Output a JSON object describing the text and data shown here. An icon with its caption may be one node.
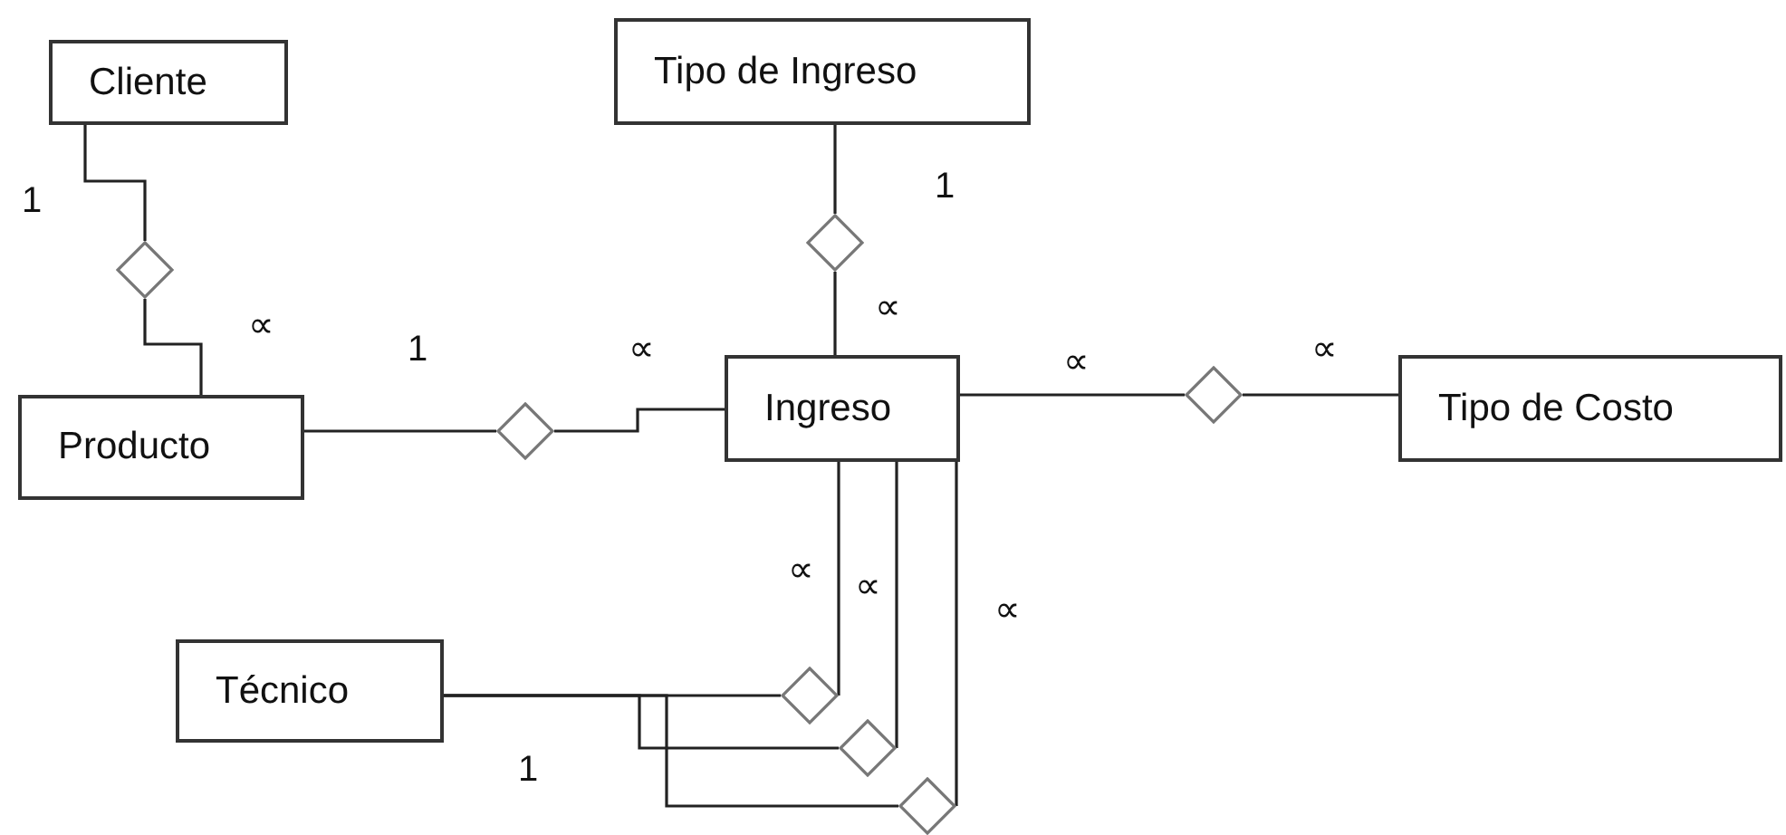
{
  "diagram": {
    "nodes": [
      {
        "text": [
          "Cliente"
        ]
      },
      {
        "text": [
          "Tipo de Ingreso"
        ]
      },
      {
        "text": [
          "Producto"
        ]
      },
      {
        "text": [
          "Ingreso"
        ]
      },
      {
        "text": [
          "Tipo de Costo"
        ]
      },
      {
        "text": [
          "Técnico"
        ]
      },
      {
        "text": [],
        "shape": "diamond"
      },
      {
        "text": [],
        "shape": "diamond"
      },
      {
        "text": [],
        "shape": "diamond"
      },
      {
        "text": [],
        "shape": "diamond"
      },
      {
        "text": [],
        "shape": "diamond"
      },
      {
        "text": [],
        "shape": "diamond"
      },
      {
        "text": [],
        "shape": "diamond"
      }
    ],
    "edges": [
      {
        "from": 0,
        "to": 6,
        "arrow": "none"
      },
      {
        "from": 6,
        "to": 2,
        "arrow": "none"
      },
      {
        "from": 1,
        "to": 7,
        "arrow": "none"
      },
      {
        "from": 7,
        "to": 3,
        "arrow": "none"
      },
      {
        "from": 2,
        "to": 8,
        "arrow": "none"
      },
      {
        "from": 8,
        "to": 3,
        "arrow": "none"
      },
      {
        "from": 3,
        "to": 9,
        "arrow": "none"
      },
      {
        "from": 9,
        "to": 4,
        "arrow": "none"
      },
      {
        "from": 3,
        "to": 10,
        "arrow": "none"
      },
      {
        "from": 5,
        "to": 10,
        "arrow": "none"
      },
      {
        "from": 3,
        "to": 11,
        "arrow": "none"
      },
      {
        "from": 5,
        "to": 11,
        "arrow": "none"
      },
      {
        "from": 3,
        "to": 12,
        "arrow": "none"
      },
      {
        "from": 5,
        "to": 12,
        "arrow": "none"
      }
    ],
    "labels": [
      "1",
      "1",
      "∝",
      "∝",
      "1",
      "∝",
      "∝",
      "∝",
      "∝",
      "∝",
      "∝",
      "1"
    ]
  }
}
